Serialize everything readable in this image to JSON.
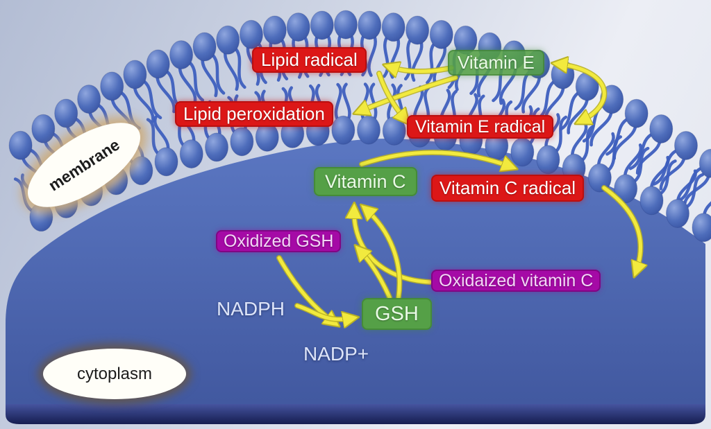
{
  "labels": {
    "membrane": "membrane",
    "cytoplasm": "cytoplasm",
    "lipid_radical": "Lipid radical",
    "vitamin_e": "Vitamin E",
    "lipid_peroxidation": "Lipid peroxidation",
    "vitamin_e_radical": "Vitamin E radical",
    "vitamin_c": "Vitamin C",
    "vitamin_c_radical": "Vitamin C radical",
    "oxidized_gsh": "Oxidized GSH",
    "oxidaized_vitamin_c": "Oxidaized vitamin C",
    "gsh": "GSH",
    "nadph": "NADPH",
    "nadp_plus": "NADP+"
  },
  "colors": {
    "red": "#dc1717",
    "green": "#55a047",
    "purple": "#a50aa6",
    "arrow": "#f2ea3e",
    "arrow_edge": "#b9b125",
    "cell_top": "#5b77c2",
    "cell_bottom": "#41589f",
    "head_blue": "#4e6dbb",
    "tail_blue": "#3e5fbe"
  },
  "diagram": {
    "nodes": [
      {
        "id": "lipid_radical",
        "type": "radical",
        "region": "membrane"
      },
      {
        "id": "vitamin_e",
        "type": "antioxidant",
        "region": "membrane"
      },
      {
        "id": "lipid_peroxidation",
        "type": "radical",
        "region": "membrane"
      },
      {
        "id": "vitamin_e_radical",
        "type": "radical",
        "region": "membrane"
      },
      {
        "id": "vitamin_c",
        "type": "antioxidant",
        "region": "cytoplasm"
      },
      {
        "id": "vitamin_c_radical",
        "type": "radical",
        "region": "cytoplasm"
      },
      {
        "id": "oxidized_gsh",
        "type": "oxidized",
        "region": "cytoplasm"
      },
      {
        "id": "oxidaized_vitamin_c",
        "type": "oxidized",
        "region": "cytoplasm"
      },
      {
        "id": "gsh",
        "type": "antioxidant",
        "region": "cytoplasm"
      },
      {
        "id": "nadph",
        "type": "cofactor",
        "region": "cytoplasm"
      },
      {
        "id": "nadp_plus",
        "type": "cofactor",
        "region": "cytoplasm"
      }
    ],
    "edges": [
      {
        "from": "vitamin_e",
        "to": "lipid_radical"
      },
      {
        "from": "vitamin_e",
        "to": "lipid_peroxidation"
      },
      {
        "from": "lipid_radical",
        "to": "vitamin_e_radical"
      },
      {
        "from": "vitamin_e_radical",
        "to": "vitamin_e",
        "bidirectional": true
      },
      {
        "from": "vitamin_c",
        "to": "vitamin_c_radical"
      },
      {
        "from": "vitamin_c_radical",
        "to": "oxidaized_vitamin_c"
      },
      {
        "from": "oxidaized_vitamin_c",
        "to": "vitamin_c"
      },
      {
        "from": "gsh",
        "to": "oxidized_gsh"
      },
      {
        "from": "gsh",
        "to": "vitamin_c"
      },
      {
        "from": "oxidized_gsh",
        "to": "nadp_plus"
      },
      {
        "from": "nadph",
        "to": "gsh"
      }
    ]
  }
}
